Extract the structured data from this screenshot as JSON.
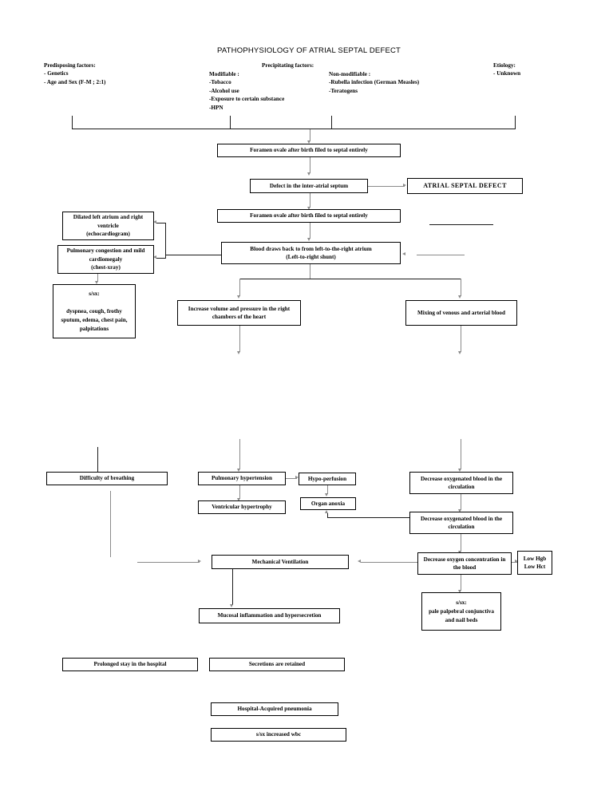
{
  "title": "PATHOPHYSIOLOGY OF ATRIAL SEPTAL DEFECT",
  "headers": {
    "predisposing": "Predisposing factors:",
    "precipitating": "Precipitating factors:",
    "etiology": "Etiology:"
  },
  "columns": {
    "predisposing_items": "- Genetics\n- Age and Sex (F-M ; 2:1)",
    "modifiable_label": "Modifiable :",
    "modifiable_items": "-Tobacco\n-Alcohol use\n-Exposure to certain substance\n-HPN",
    "nonmodifiable_label": "Non-modifiable :",
    "nonmodifiable_items": "-Rubella infection (German Measles)\n-Teratogens",
    "etiology_items": "- Unknown"
  },
  "boxes": {
    "foramen_1": "Foramen ovale after birth filed to septal entirely",
    "defect": "Defect in the inter-atrial septum",
    "asd": "ATRIAL SEPTAL DEFECT",
    "foramen_2": "Foramen ovale after birth filed to septal entirely",
    "blood_draws": "Blood draws back to from left-to-the-right atrium\n(Left-to-right shunt)",
    "dilated": "Dilated left atrium and right ventricle\n(echocardiogram)",
    "pulmonary_congestion": "Pulmonary congestion and mild cardiomegaly\n(chest-xray)",
    "sx_left": "s/sx:\n\ndyspnea, cough, frothy sputum, edema, chest pain, palpitations",
    "increase_volume": "Increase volume and pressure in the right chambers of the heart",
    "mixing": "Mixing of venous and arterial blood",
    "difficulty_breathing": "Difficulty of breathing",
    "pulmonary_hypertension": "Pulmonary hypertension",
    "hypo_perfusion": "Hypo-perfusion",
    "ventricular_hypertrophy": "Ventricular hypertrophy",
    "organ_anoxia": "Organ anoxia",
    "decrease_oxy_1": "Decrease oxygenated blood in the circulation",
    "decrease_oxy_2": "Decrease oxygenated blood in the circulation",
    "mechanical_ventilation": "Mechanical Ventilation",
    "decrease_oxygen_conc": "Decrease oxygen concentration in the blood",
    "low_hgb_hct": "Low Hgb\nLow Hct",
    "sx_pale": "s/sx:\npale palpebral conjunctiva and nail beds",
    "mucosal": "Mucosal inflammation and hypersecretion",
    "prolonged_stay": "Prolonged stay in the hospital",
    "secretions_retained": "Secretions are retained",
    "hap": "Hospital-Acquired pneumonia",
    "sx_wbc": "s/sx increased wbc"
  }
}
